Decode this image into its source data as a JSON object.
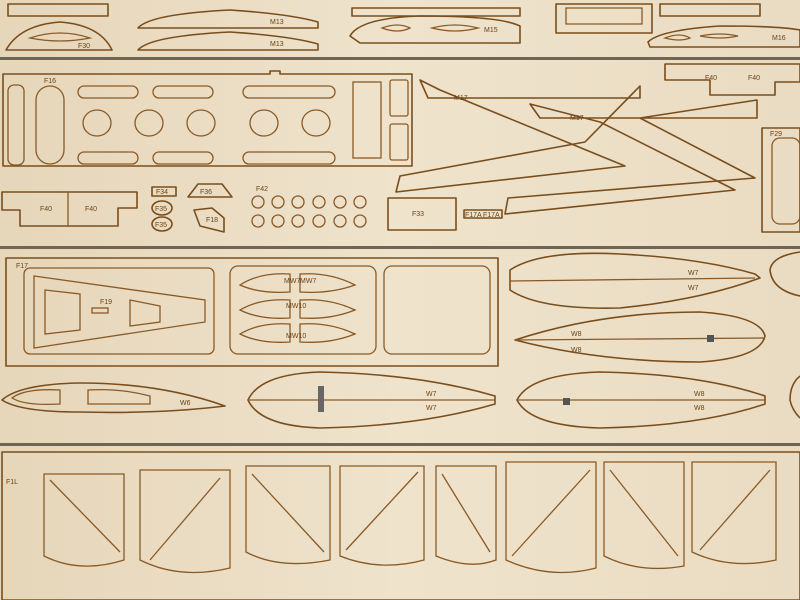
{
  "labels": {
    "f30": "F30",
    "m13a": "M13",
    "m13b": "M13",
    "m15": "M15",
    "m16": "M16",
    "f16": "F16",
    "m17a": "M17",
    "m17b": "M17",
    "f40a": "F40",
    "f40b": "F40",
    "f40c": "F40",
    "f40d": "F40",
    "f29": "F29",
    "f34": "F34",
    "f36": "F36",
    "f35a": "F35",
    "f35b": "F35",
    "f18": "F18",
    "f42": "F42",
    "f33": "F33",
    "f17a1": "F17A",
    "f17a2": "F17A",
    "f17": "F17",
    "f19": "F19",
    "mw7a": "MW7",
    "mw7b": "MW7",
    "mw10a": "MW10",
    "mw10b": "MW10",
    "w7a": "W7",
    "w7b": "W7",
    "w7c": "W7",
    "w7d": "W7",
    "w8a": "W8",
    "w8b": "W8",
    "w8c": "W8",
    "w8d": "W8",
    "w6": "W6",
    "f1l": "F1L"
  },
  "colors": {
    "wood": "#eadcc3",
    "burn": "#7a4e1c",
    "gap": "#6f6552"
  }
}
